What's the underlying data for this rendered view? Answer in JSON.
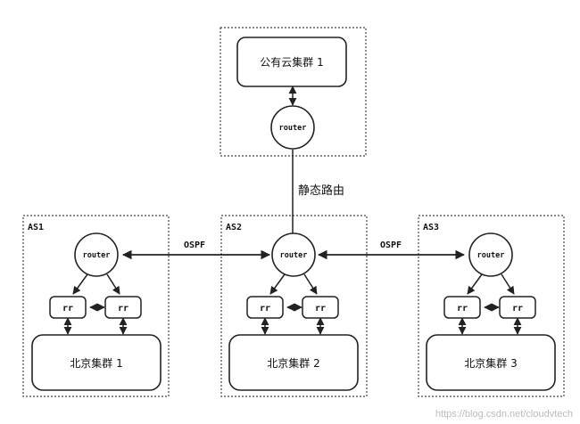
{
  "cloud": {
    "cluster_label": "公有云集群 1",
    "router_label": "router"
  },
  "static_route_label": "静态路由",
  "ospf_labels": [
    "OSPF",
    "OSPF"
  ],
  "as_groups": [
    {
      "name": "AS1",
      "router_label": "router",
      "rr_labels": [
        "rr",
        "rr"
      ],
      "cluster_label": "北京集群 1"
    },
    {
      "name": "AS2",
      "router_label": "router",
      "rr_labels": [
        "rr",
        "rr"
      ],
      "cluster_label": "北京集群 2"
    },
    {
      "name": "AS3",
      "router_label": "router",
      "rr_labels": [
        "rr",
        "rr"
      ],
      "cluster_label": "北京集群 3"
    }
  ],
  "watermark": "https://blog.csdn.net/cloudvtech",
  "colors": {
    "stroke": "#222222",
    "dashed_border": "#444444",
    "watermark": "#bbbbbb"
  }
}
